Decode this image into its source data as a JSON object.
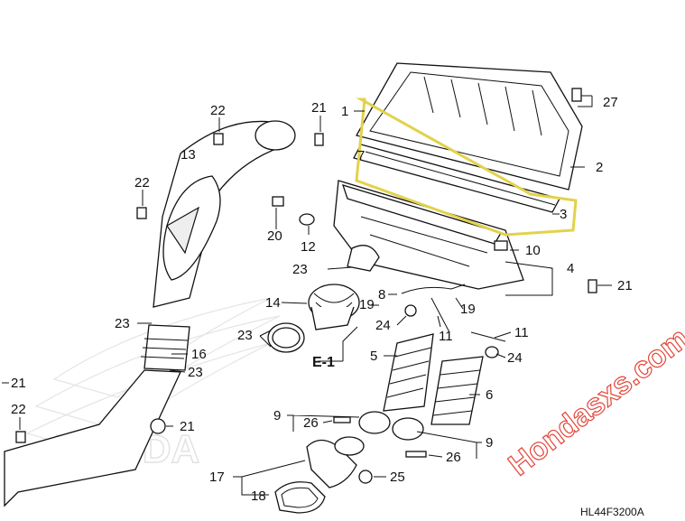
{
  "diagram": {
    "part_numbers": [
      {
        "id": "p1",
        "label": "1"
      },
      {
        "id": "p2",
        "label": "2"
      },
      {
        "id": "p3",
        "label": "3"
      },
      {
        "id": "p4",
        "label": "4"
      },
      {
        "id": "p5",
        "label": "5"
      },
      {
        "id": "p6",
        "label": "6"
      },
      {
        "id": "p7",
        "label": "7"
      },
      {
        "id": "p8",
        "label": "8"
      },
      {
        "id": "p9a",
        "label": "9"
      },
      {
        "id": "p9b",
        "label": "9"
      },
      {
        "id": "p10",
        "label": "10"
      },
      {
        "id": "p11a",
        "label": "11"
      },
      {
        "id": "p11b",
        "label": "11"
      },
      {
        "id": "p12",
        "label": "12"
      },
      {
        "id": "p13",
        "label": "13"
      },
      {
        "id": "p14",
        "label": "14"
      },
      {
        "id": "p16",
        "label": "16"
      },
      {
        "id": "p17",
        "label": "17"
      },
      {
        "id": "p18",
        "label": "18"
      },
      {
        "id": "p19a",
        "label": "19"
      },
      {
        "id": "p19b",
        "label": "19"
      },
      {
        "id": "p20",
        "label": "20"
      },
      {
        "id": "p21a",
        "label": "21"
      },
      {
        "id": "p21b",
        "label": "21"
      },
      {
        "id": "p21c",
        "label": "21"
      },
      {
        "id": "p21d",
        "label": "21"
      },
      {
        "id": "p22a",
        "label": "22"
      },
      {
        "id": "p22b",
        "label": "22"
      },
      {
        "id": "p22c",
        "label": "22"
      },
      {
        "id": "p23a",
        "label": "23"
      },
      {
        "id": "p23b",
        "label": "23"
      },
      {
        "id": "p23c",
        "label": "23"
      },
      {
        "id": "p23d",
        "label": "23"
      },
      {
        "id": "p24a",
        "label": "24"
      },
      {
        "id": "p24b",
        "label": "24"
      },
      {
        "id": "p25",
        "label": "25"
      },
      {
        "id": "p26a",
        "label": "26"
      },
      {
        "id": "p26b",
        "label": "26"
      },
      {
        "id": "p27",
        "label": "27"
      }
    ],
    "section_ref": "E-1",
    "diagram_code": "HL44F3200A",
    "watermark": "Hondasxs.com",
    "background_brand": "HONDA",
    "highlight_color": "#e2d24a",
    "watermark_color": "#e2463a"
  }
}
